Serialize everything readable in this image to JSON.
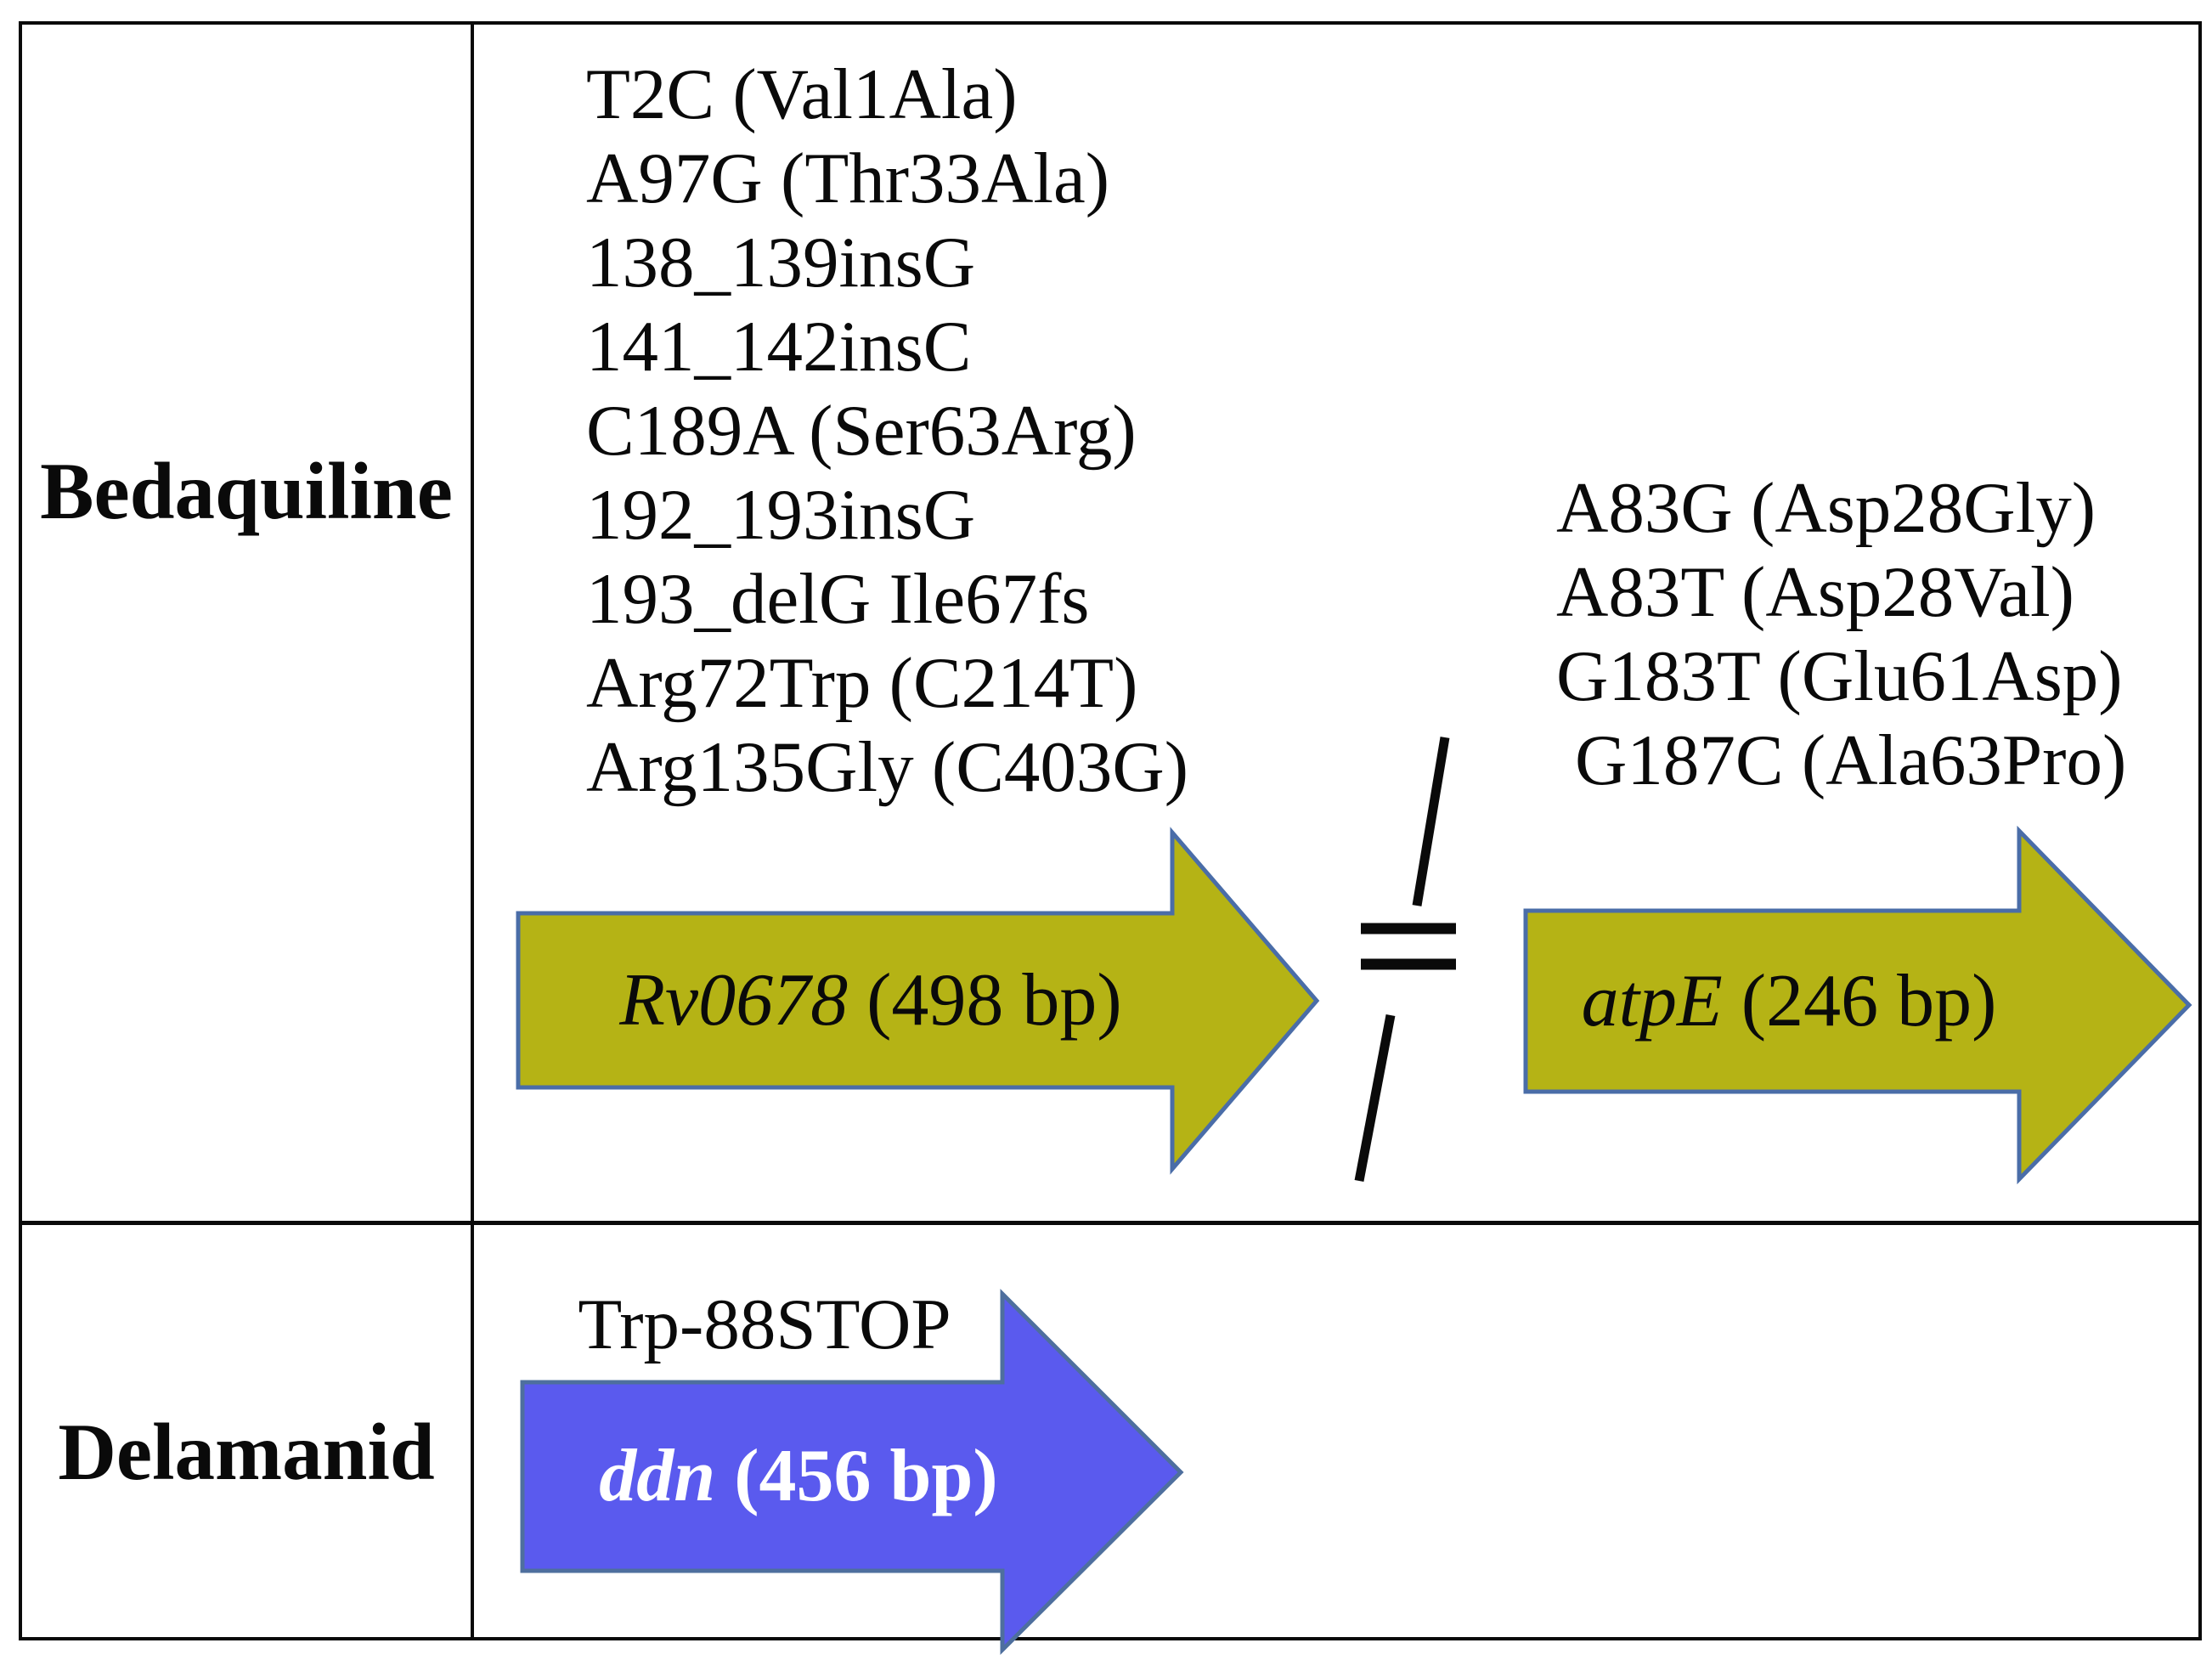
{
  "figure": {
    "rows": [
      {
        "drug": "Bedaquiline",
        "genes": [
          {
            "name": "Rv0678",
            "size": " (498 bp)",
            "mutations": [
              "T2C (Val1Ala)",
              "A97G (Thr33Ala)",
              "138_139insG",
              "141_142insC",
              "C189A (Ser63Arg)",
              "192_193insG",
              "193_delG Ile67fs",
              "Arg72Trp (C214T)",
              "Arg135Gly (C403G)"
            ]
          },
          {
            "name": "atpE",
            "size": " (246 bp)",
            "mutations": [
              "A83G (Asp28Gly)",
              "A83T (Asp28Val)",
              "G183T (Glu61Asp)",
              "G187C (Ala63Pro)"
            ]
          }
        ]
      },
      {
        "drug": "Delamanid",
        "genes": [
          {
            "name": "ddn",
            "size": " (456 bp)",
            "mutations": [
              "Trp-88STOP"
            ]
          }
        ]
      }
    ]
  },
  "arrows": {
    "rv0678": {
      "fill": "#b5b315",
      "stroke": "#4a6da8"
    },
    "atpE": {
      "fill": "#b5b315",
      "stroke": "#4a6da8"
    },
    "ddn": {
      "fill": "#5a5aee",
      "stroke": "#4e6f9e"
    }
  },
  "colors": {
    "ink": "#0a0a0a",
    "background": "#ffffff"
  }
}
